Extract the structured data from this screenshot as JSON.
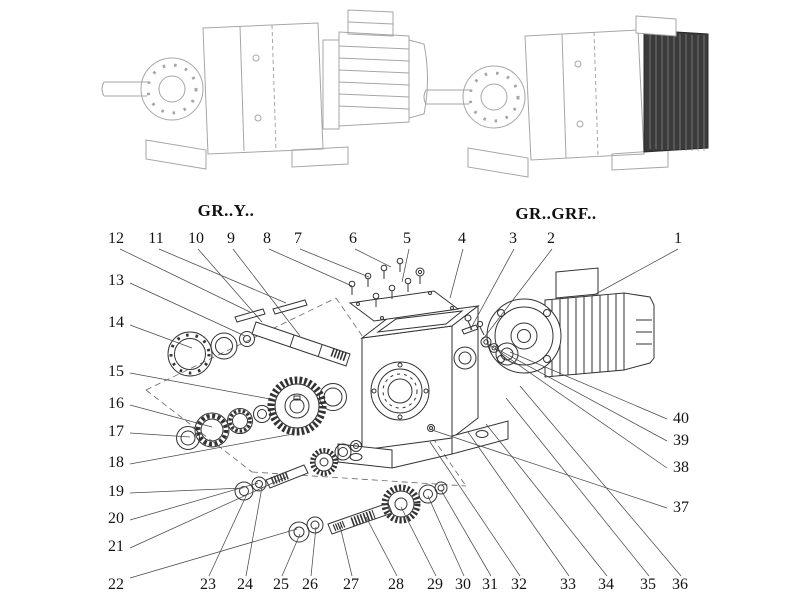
{
  "figure_labels": {
    "left_model": "GR..Y..",
    "right_model": "GR..GRF.."
  },
  "callouts": {
    "top_row": [
      "12",
      "11",
      "10",
      "9",
      "8",
      "7",
      "6",
      "5",
      "4",
      "3",
      "2",
      "1"
    ],
    "left_column": [
      "13",
      "14",
      "15",
      "16",
      "17",
      "18",
      "19",
      "20",
      "21",
      "22"
    ],
    "right_column": [
      "40",
      "39",
      "38",
      "37"
    ],
    "bottom_row": [
      "23",
      "24",
      "25",
      "26",
      "27",
      "28",
      "29",
      "30",
      "31",
      "32",
      "33",
      "34",
      "35",
      "36"
    ]
  },
  "colors": {
    "background": "#ffffff",
    "dark_line_art": "#333333",
    "light_line_art": "#a6a6a6",
    "motor_block_fill": "#3b3b3b"
  }
}
